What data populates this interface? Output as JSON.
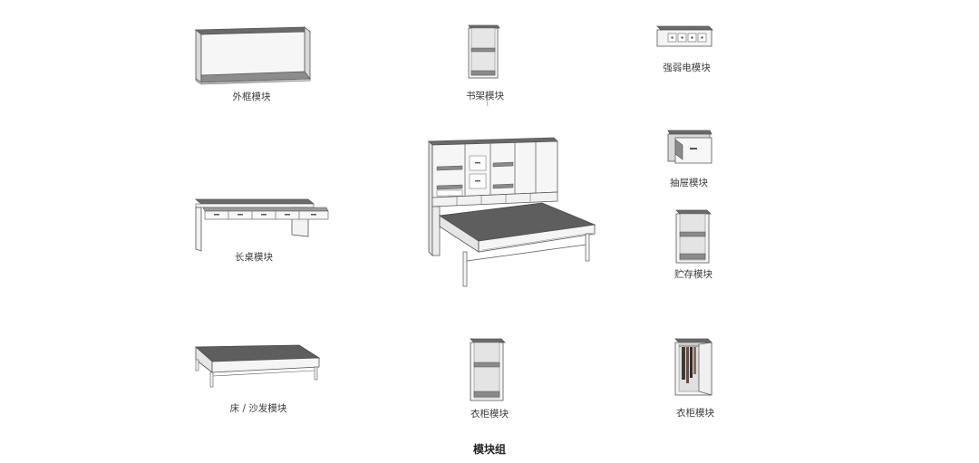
{
  "modules": {
    "outer_frame": "外框模块",
    "bookshelf": "书架模块",
    "power_data": "强弱电模块",
    "drawer": "抽屉模块",
    "long_desk": "长桌模块",
    "storage": "贮存模块",
    "bed_sofa": "床 / 沙发模块",
    "wardrobe_shelf": "衣柜模块",
    "wardrobe_hanging": "衣柜模块"
  },
  "caption": "模块组",
  "colors": {
    "panel_dark": "#5e5e5e",
    "panel_mid": "#8c8c8c",
    "panel_light": "#ededed",
    "edge": "#555555"
  }
}
